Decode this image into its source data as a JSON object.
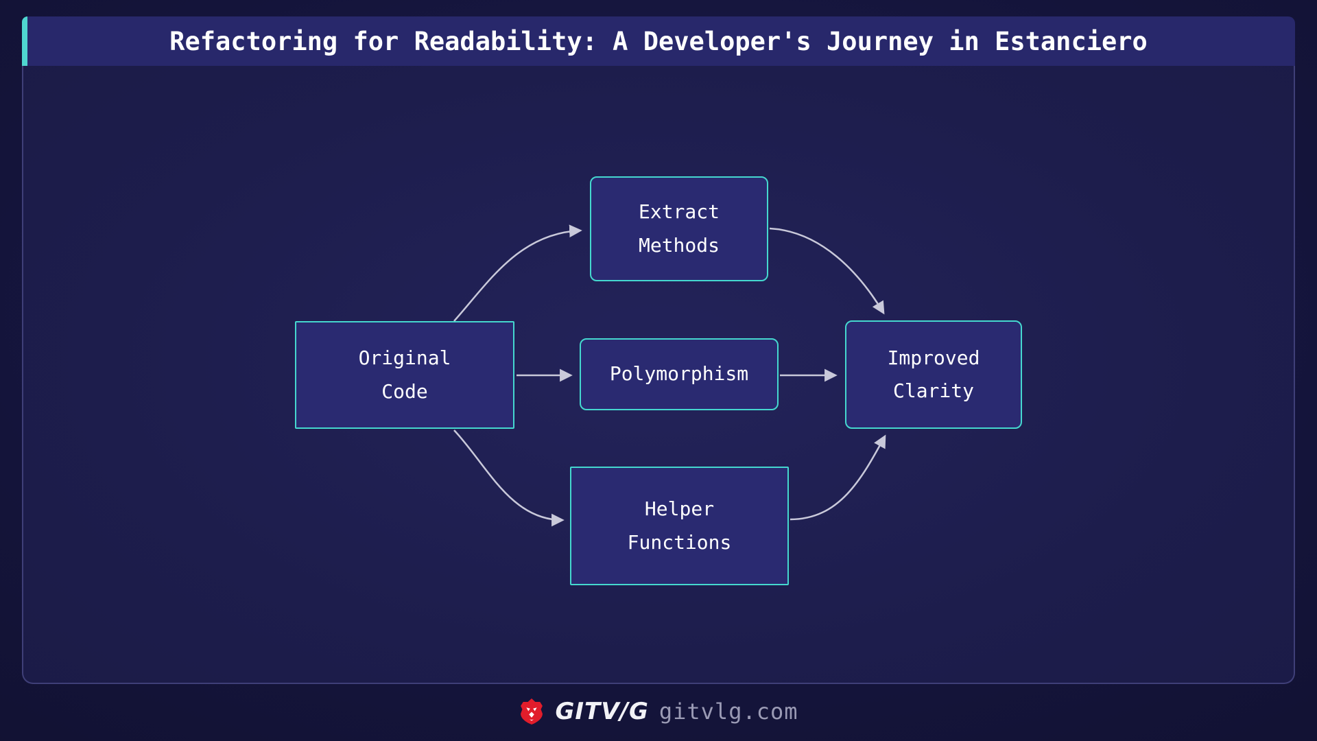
{
  "title": {
    "text": "Refactoring for Readability: A Developer's Journey in Estanciero"
  },
  "diagram": {
    "nodes": [
      {
        "id": "original-code",
        "label": "Original\nCode"
      },
      {
        "id": "extract-methods",
        "label": "Extract\nMethods"
      },
      {
        "id": "polymorphism",
        "label": "Polymorphism"
      },
      {
        "id": "helper-functions",
        "label": "Helper\nFunctions"
      },
      {
        "id": "improved-clarity",
        "label": "Improved\nClarity"
      }
    ],
    "edges": [
      {
        "from": "Original Code",
        "to": "Extract Methods"
      },
      {
        "from": "Original Code",
        "to": "Polymorphism"
      },
      {
        "from": "Original Code",
        "to": "Helper Functions"
      },
      {
        "from": "Extract Methods",
        "to": "Improved Clarity"
      },
      {
        "from": "Polymorphism",
        "to": "Improved Clarity"
      },
      {
        "from": "Helper Functions",
        "to": "Improved Clarity"
      }
    ]
  },
  "footer": {
    "brand": "GITV/G",
    "site": "gitvlg.com",
    "logo_icon": "lion-icon"
  },
  "colors": {
    "accent_teal": "#4fd6d0",
    "titlebar_bg": "#28286b",
    "panel_bg": "#1d1d4c",
    "node_fill": "#2a2a71",
    "node_border": "#45d8cf",
    "arrow": "#c9c9da",
    "brand_red": "#e11d2b",
    "text_white": "#ffffff",
    "url_gray": "#9b9bb5"
  }
}
